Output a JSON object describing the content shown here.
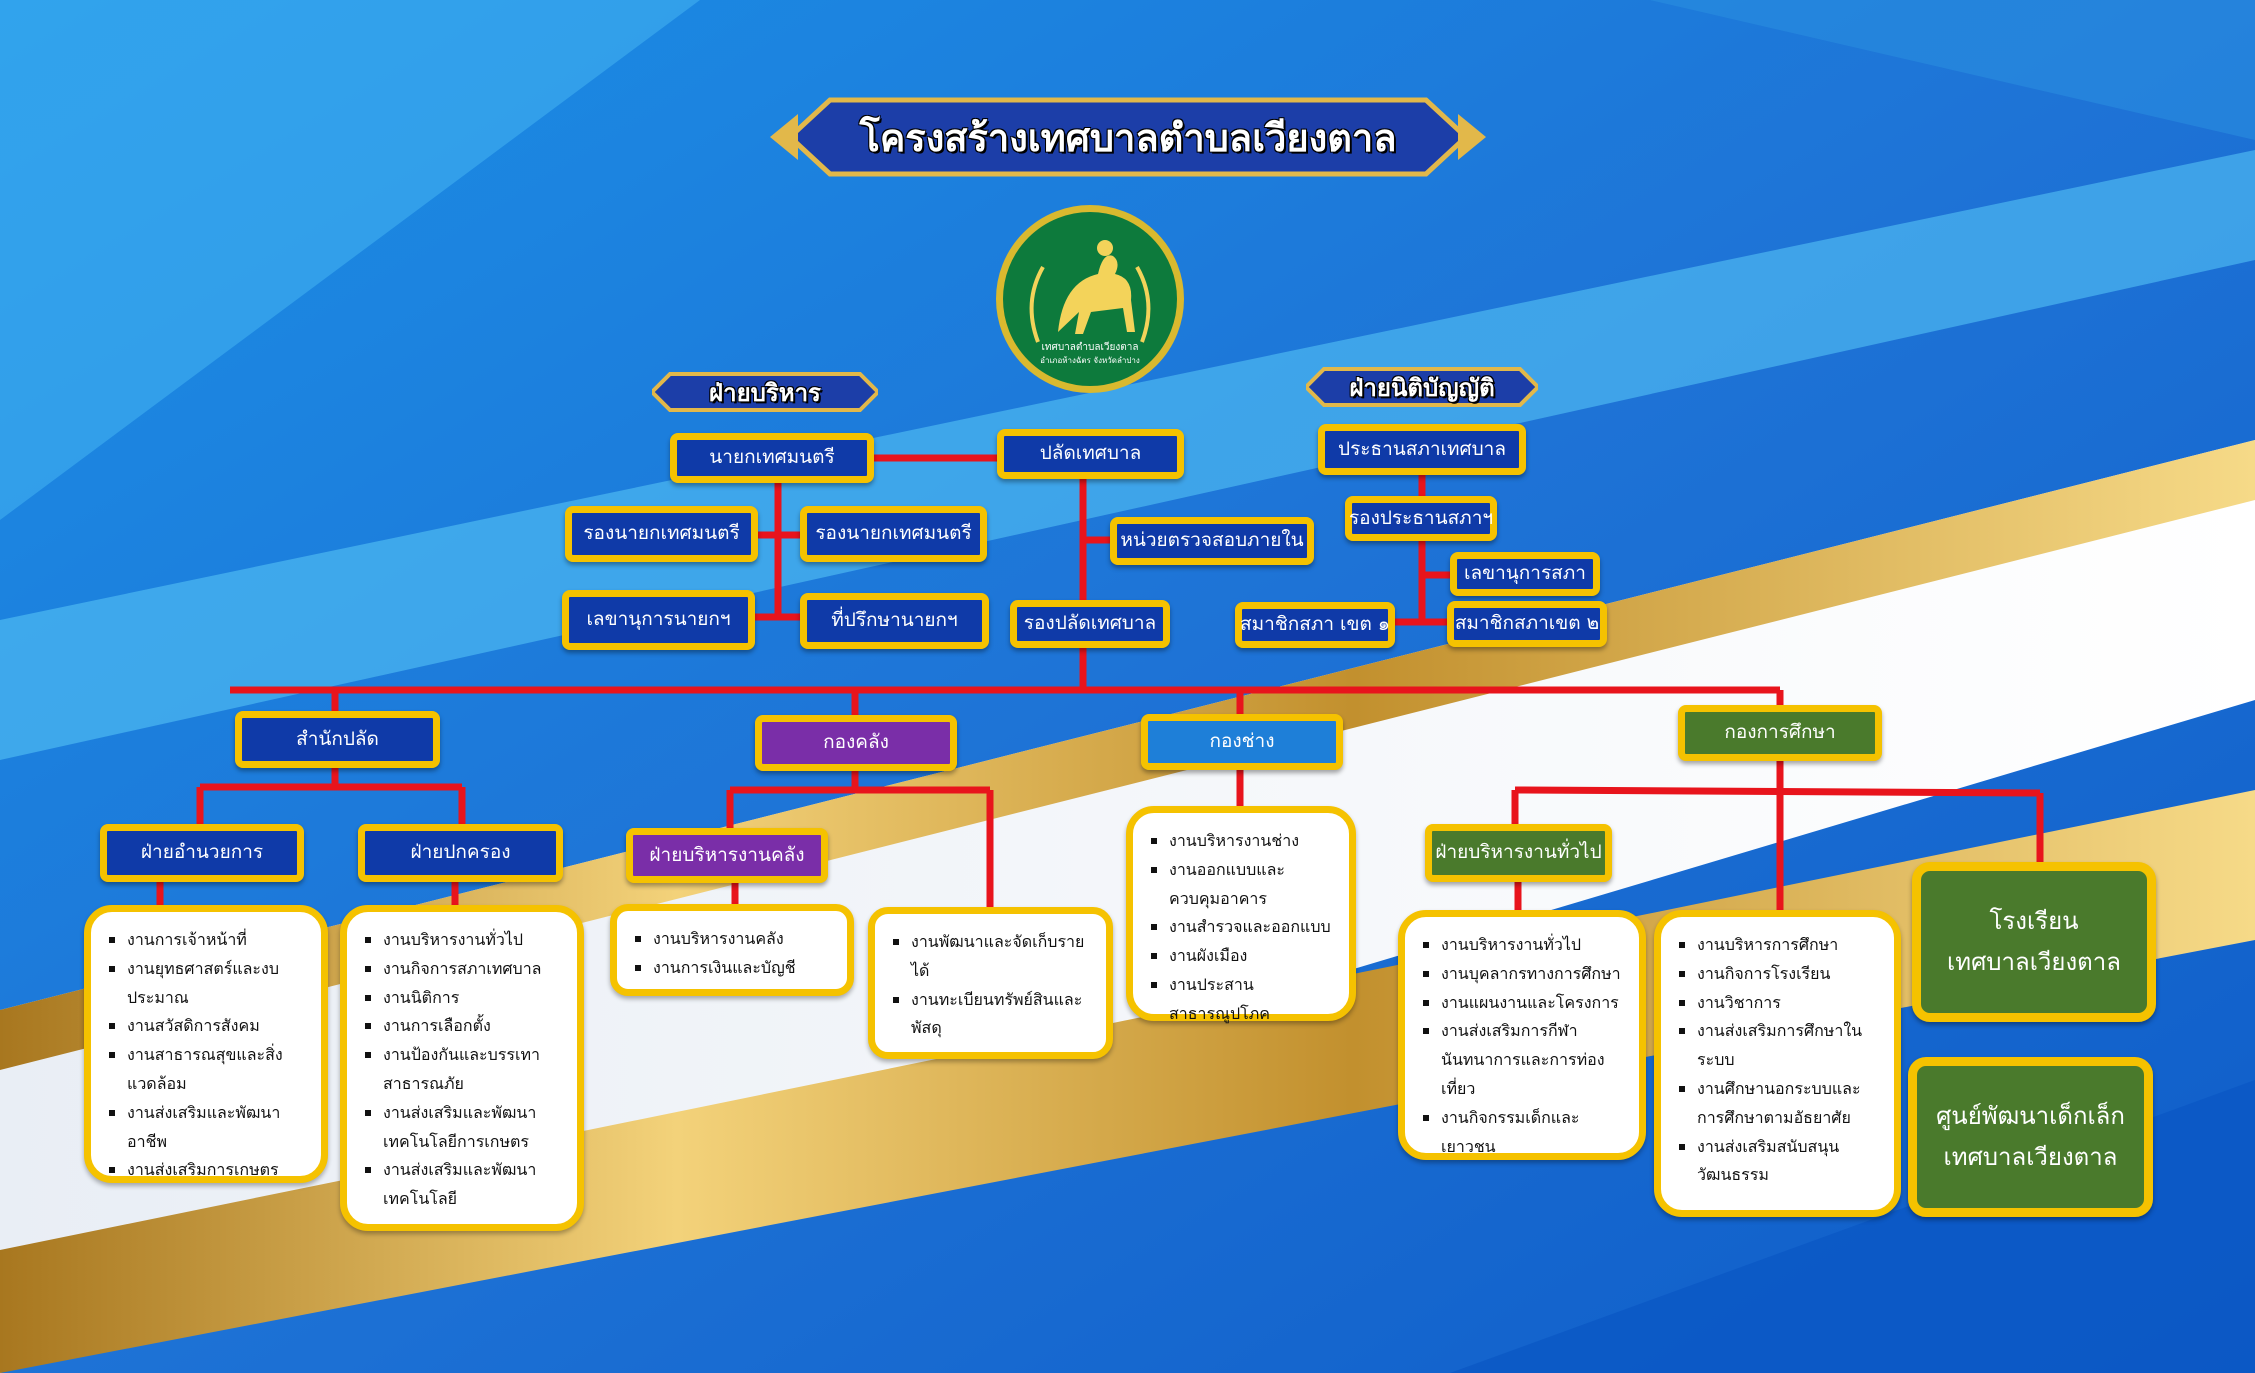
{
  "header": {
    "title": "โครงสร้างเทศบาลตำบลเวียงตาล"
  },
  "logo": {
    "text_line1": "เทศบาลตำบลเวียงตาล",
    "text_line2": "อำเภอห้างฉัตร จังหวัดลำปาง"
  },
  "sections": {
    "executive": "ฝ่ายบริหาร",
    "legislative": "ฝ่ายนิติบัญญัติ"
  },
  "executive": {
    "mayor": "นายกเทศมนตรี",
    "deputy_mayor_1": "รองนายกเทศมนตรี",
    "deputy_mayor_2": "รองนายกเทศมนตรี",
    "mayor_secretary": "เลขานุการนายกฯ",
    "mayor_advisor": "ที่ปรึกษานายกฯ",
    "clerk": "ปลัดเทศบาล",
    "internal_audit": "หน่วยตรวจสอบภายใน",
    "deputy_clerk": "รองปลัดเทศบาล"
  },
  "legislative": {
    "council_president": "ประธานสภาเทศบาล",
    "council_vice_president": "รองประธานสภาฯ",
    "council_secretary": "เลขานุการสภา",
    "member_zone_1": "สมาชิกสภา เขต ๑",
    "member_zone_2": "สมาชิกสภาเขต ๒"
  },
  "departments": {
    "clerk_office": {
      "name": "สำนักปลัด",
      "admin": {
        "name": "ฝ่ายอำนวยการ",
        "tasks": [
          "งานการเจ้าหน้าที่",
          "งานยุทธศาสตร์และงบประมาณ",
          "งานสวัสดิการสังคม",
          "งานสาธารณสุขและสิ่งแวดล้อม",
          "งานส่งเสริมและพัฒนาอาชีพ",
          "งานส่งเสริมการเกษตร"
        ]
      },
      "governance": {
        "name": "ฝ่ายปกครอง",
        "tasks": [
          "งานบริหารงานทั่วไป",
          "งานกิจการสภาเทศบาล",
          "งานนิติการ",
          "งานการเลือกตั้ง",
          "งานป้องกันและบรรเทาสาธารณภัย",
          "งานส่งเสริมและพัฒนาเทคโนโลยีการเกษตร",
          "งานส่งเสริมและพัฒนาเทคโนโลยี"
        ]
      }
    },
    "finance": {
      "name": "กองคลัง",
      "admin": {
        "name": "ฝ่ายบริหารงานคลัง",
        "tasks": [
          "งานบริหารงานคลัง",
          "งานการเงินและบัญชี"
        ]
      },
      "revenue_tasks": [
        "งานพัฒนาและจัดเก็บรายได้",
        "งานทะเบียนทรัพย์สินและพัสดุ"
      ]
    },
    "engineering": {
      "name": "กองช่าง",
      "tasks": [
        "งานบริหารงานช่าง",
        "งานออกแบบและควบคุมอาคาร",
        "งานสำรวจและออกแบบ",
        "งานผังเมือง",
        "งานประสานสาธารณูปโภค"
      ]
    },
    "education": {
      "name": "กองการศึกษา",
      "admin": {
        "name": "ฝ่ายบริหารงานทั่วไป",
        "tasks": [
          "งานบริหารงานทั่วไป",
          "งานบุคลากรทางการศึกษา",
          "งานแผนงานและโครงการ",
          "งานส่งเสริมการกีฬานันทนาการและการท่องเที่ยว",
          "งานกิจกรรมเด็กและเยาวชน"
        ]
      },
      "education_tasks": [
        "งานบริหารการศึกษา",
        "งานกิจการโรงเรียน",
        "งานวิชาการ",
        "งานส่งเสริมการศึกษาในระบบ",
        "งานศึกษานอกระบบและการศึกษาตามอัธยาศัย",
        "งานส่งเสริมสนับสนุนวัฒนธรรม"
      ],
      "school_line1": "โรงเรียน",
      "school_line2": "เทศบาลเวียงตาล",
      "childcare_line1": "ศูนย์พัฒนาเด็กเล็ก",
      "childcare_line2": "เทศบาลเวียงตาล"
    }
  },
  "colors": {
    "navy_box": "#0f3aa8",
    "purple_box": "#7a2ea8",
    "sky_box": "#1e7fd8",
    "green_box": "#4a7a2c",
    "border_gold": "#f5c200",
    "connector_red": "#e8141c"
  }
}
